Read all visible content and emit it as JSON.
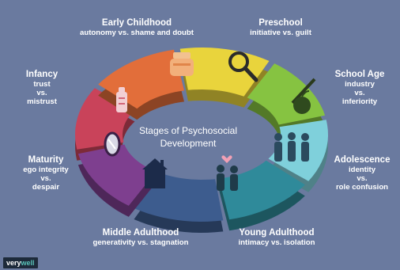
{
  "title": [
    "Stages of Psychosocial",
    "Development"
  ],
  "stages": [
    {
      "name": "Infancy",
      "conflict": [
        "trust",
        "vs.",
        "mistrust"
      ],
      "color": "#c9435a",
      "icon": "bottle-icon"
    },
    {
      "name": "Early Childhood",
      "conflict": [
        "autonomy vs. shame and doubt"
      ],
      "color": "#e26e3a",
      "icon": "potty-icon"
    },
    {
      "name": "Preschool",
      "conflict": [
        "initiative vs. guilt"
      ],
      "color": "#e9d43c",
      "icon": "magnifier-icon"
    },
    {
      "name": "School Age",
      "conflict": [
        "industry",
        "vs.",
        "inferiority"
      ],
      "color": "#86c341",
      "icon": "apple-pencil-icon"
    },
    {
      "name": "Adolescence",
      "conflict": [
        "identity",
        "vs.",
        "role confusion"
      ],
      "color": "#7fd0db",
      "icon": "group-icon"
    },
    {
      "name": "Young Adulthood",
      "conflict": [
        "intimacy vs. isolation"
      ],
      "color": "#2f8a9a",
      "icon": "couple-icon"
    },
    {
      "name": "Middle Adulthood",
      "conflict": [
        "generativity vs. stagnation"
      ],
      "color": "#3d5c8e",
      "icon": "house-icon"
    },
    {
      "name": "Maturity",
      "conflict": [
        "ego integrity",
        "vs.",
        "despair"
      ],
      "color": "#7e3f8f",
      "icon": "mirror-icon"
    }
  ],
  "brand": {
    "part1": "very",
    "part2": "well"
  },
  "colors": {
    "background": "#6a7a9f"
  }
}
